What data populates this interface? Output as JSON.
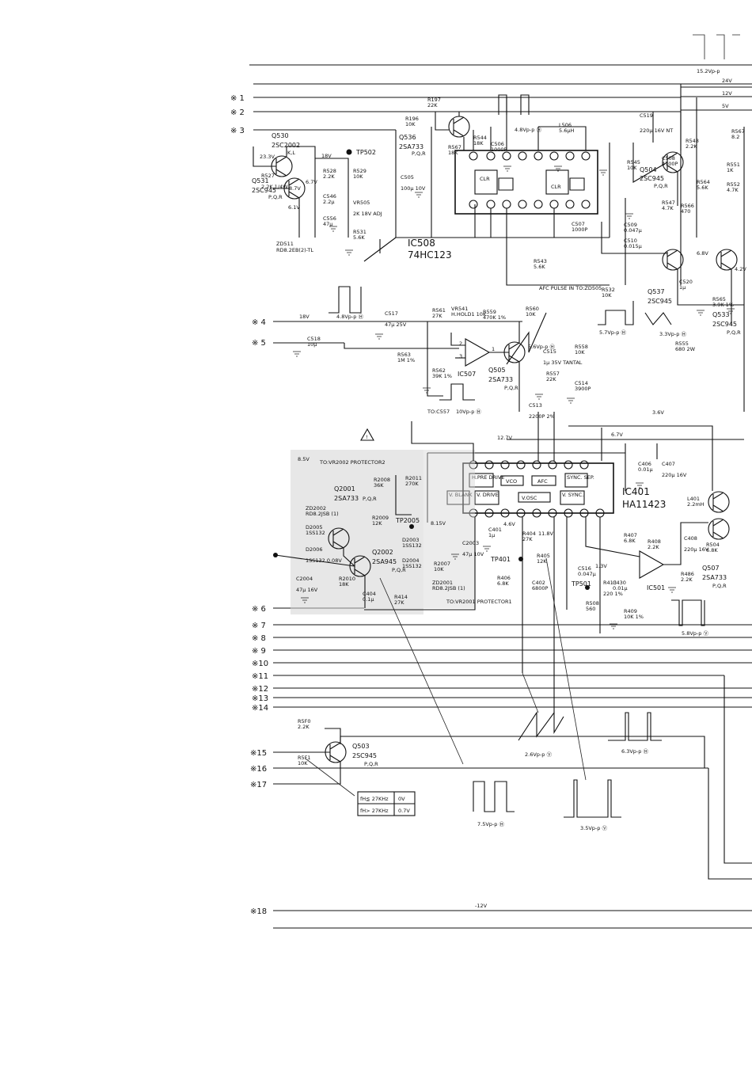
{
  "connectors": [
    "※ 1",
    "※ 2",
    "※ 3",
    "※ 4",
    "※ 5",
    "※ 6",
    "※ 7",
    "※ 8",
    "※ 9",
    "※10",
    "※11",
    "※12",
    "※13",
    "※14",
    "※15",
    "※16",
    "※17",
    "※18"
  ],
  "rails": {
    "v24": "24V",
    "v12": "12V",
    "v5": "5V",
    "vneg12": "-12V",
    "v18": "18V",
    "v67": "6.7V",
    "v36": "3.6V",
    "v127": "12.7V"
  },
  "top_note": "15.2Vp-p",
  "ics": {
    "ic508": {
      "ref": "IC508",
      "part": "74HC123"
    },
    "ic401": {
      "ref": "IC401",
      "part": "HA11423"
    },
    "ic507": {
      "ref": "IC507"
    },
    "ic501": {
      "ref": "IC501"
    }
  },
  "ic401_blocks": [
    "H.PRE DRIVE",
    "VCO",
    "AFC",
    "SYNC. SEP.",
    "V. BLANK",
    "V. DRIVE",
    "V.OSC",
    "V. SYNC."
  ],
  "transistors": [
    {
      "ref": "Q530",
      "part": "2SC2002",
      "suffix": "K,L"
    },
    {
      "ref": "Q531",
      "part": "2SC945",
      "suffix": "P,Q,R"
    },
    {
      "ref": "Q536",
      "part": "2SA733",
      "suffix": "P,Q,R"
    },
    {
      "ref": "Q504",
      "part": "2SC945",
      "suffix": "P,Q,R"
    },
    {
      "ref": "Q537",
      "part": "2SC945",
      "suffix": ""
    },
    {
      "ref": "Q533",
      "part": "2SC945",
      "suffix": "P,Q,R"
    },
    {
      "ref": "Q505",
      "part": "2SA733",
      "suffix": "P,Q,R"
    },
    {
      "ref": "Q2001",
      "part": "2SA733",
      "suffix": "P,Q,R"
    },
    {
      "ref": "Q2002",
      "part": "2SA945",
      "suffix": "P,Q,R"
    },
    {
      "ref": "Q507",
      "part": "2SA733",
      "suffix": "P,Q,R"
    },
    {
      "ref": "Q503",
      "part": "2SC945",
      "suffix": "P,Q,R"
    }
  ],
  "testpoints": [
    "TP502",
    "TP2005",
    "TP401",
    "TP501"
  ],
  "components": {
    "r197": [
      "R197",
      "22K"
    ],
    "r196": [
      "R196",
      "10K"
    ],
    "r544": [
      "R544",
      "18K"
    ],
    "r567a": [
      "R567",
      "18K"
    ],
    "c506": [
      "C506",
      "1000P"
    ],
    "l506": [
      "L506",
      "5.6μH"
    ],
    "c519": [
      "C519",
      "220μ 16V NT"
    ],
    "r548": [
      "R548",
      "2.2K"
    ],
    "r545": [
      "R545",
      "10K"
    ],
    "c508": [
      "C508",
      "4700P"
    ],
    "r567b": [
      "R567",
      "8.2"
    ],
    "r551": [
      "R551",
      "1K"
    ],
    "r552": [
      "R552",
      "4.7K"
    ],
    "r564": [
      "R564",
      "5.6K"
    ],
    "c505": [
      "C505",
      "100μ 10V"
    ],
    "r527": [
      "R527",
      "2.2K 1/4W"
    ],
    "r528": [
      "R528",
      "2.2K"
    ],
    "r529": [
      "R529",
      "10K"
    ],
    "c546": [
      "C546",
      "2.2μ"
    ],
    "vr505": [
      "VR505",
      "2K 18V ADJ"
    ],
    "c556": [
      "C556",
      "47μ"
    ],
    "r531": [
      "R531",
      "5.6K"
    ],
    "zd511": [
      "ZD511",
      "RD8.2EB(2)-TL"
    ],
    "c507": [
      "C507",
      "1000P"
    ],
    "r543": [
      "R543",
      "5.6K"
    ],
    "r547": [
      "R547",
      "4.7K"
    ],
    "r566": [
      "R566",
      "470"
    ],
    "c509": [
      "C509",
      "0.047μ"
    ],
    "c510": [
      "C510",
      "0.015μ"
    ],
    "c520": [
      "C520",
      "1μ"
    ],
    "r565": [
      "R565",
      "3.9K 1%"
    ],
    "r532": [
      "R532",
      "10K"
    ],
    "c517": [
      "C517",
      "47μ 25V"
    ],
    "r561": [
      "R561",
      "27K"
    ],
    "vr541": [
      "VR541",
      "H.HOLD1 10K"
    ],
    "r559": [
      "R559",
      "470K 1%"
    ],
    "r560": [
      "R560",
      "10K"
    ],
    "c518": [
      "C518",
      "10μ"
    ],
    "r563": [
      "R563",
      "1M 1%"
    ],
    "r562": [
      "R562",
      "39K 1%"
    ],
    "c515": [
      "C515",
      "1μ 35V TANTAL"
    ],
    "r558": [
      "R558",
      "10K"
    ],
    "r557": [
      "R557",
      "22K"
    ],
    "c514": [
      "C514",
      "3900P"
    ],
    "r555": [
      "R555",
      "680 2W"
    ],
    "c513": [
      "C513",
      "2200P 2%"
    ],
    "r2008": [
      "R2008",
      "36K"
    ],
    "r2011": [
      "R2011",
      "270K"
    ],
    "zd2002": [
      "ZD2002",
      "RD8.2JSB (1)"
    ],
    "d2005": [
      "D2005",
      "1SS132"
    ],
    "d2006": [
      "D2006",
      "1SS132 0.08V"
    ],
    "c2004": [
      "C2004",
      "47μ 16V"
    ],
    "r2010": [
      "R2010",
      "18K"
    ],
    "r2009": [
      "R2009",
      "12K"
    ],
    "d2003": [
      "D2003",
      "1SS132"
    ],
    "c2003": [
      "C2003",
      "47μ 10V"
    ],
    "d2004": [
      "D2004",
      "1SS132"
    ],
    "r2007": [
      "R2007",
      "10K"
    ],
    "zd2001": [
      "ZD2001",
      "RD8.2JSB (1)"
    ],
    "c404": [
      "C404",
      "0.1μ"
    ],
    "r414": [
      "R414",
      "27K"
    ],
    "c401": [
      "C401",
      "1μ"
    ],
    "r404": [
      "R404",
      "27K"
    ],
    "r405": [
      "R405",
      "12K"
    ],
    "r406": [
      "R406",
      "6.8K"
    ],
    "c402": [
      "C402",
      "6800P"
    ],
    "c516": [
      "C516",
      "0.047μ"
    ],
    "r413": [
      "R413",
      "220 1%"
    ],
    "c430": [
      "C430",
      "0.01μ"
    ],
    "r508": [
      "R508",
      "560"
    ],
    "r409": [
      "R409",
      "10K 1%"
    ],
    "r407": [
      "R407",
      "6.8K"
    ],
    "r408": [
      "R408",
      "2.2K"
    ],
    "c406": [
      "C406",
      "0.01μ"
    ],
    "c407": [
      "C407",
      "220μ 16V"
    ],
    "l401": [
      "L401",
      "2.2mH"
    ],
    "c408": [
      "C408",
      "220μ 16V"
    ],
    "r504": [
      "R504",
      "6.8K"
    ],
    "r486": [
      "R486",
      "2.2K"
    ],
    "r5f0": [
      "R5F0",
      "2.2K"
    ],
    "r5f1": [
      "R5F1",
      "10K"
    ]
  },
  "waveforms": {
    "w1": "4.8Vp-p Ⓗ",
    "w2": "4.8Vp-p Ⓗ",
    "w3": "5.7Vp-p Ⓗ",
    "w4": "3.3Vp-p Ⓗ",
    "w5": "5.6Vp-p Ⓗ",
    "w6": "10Vp-p Ⓗ",
    "w7": "5.8Vp-p Ⓥ",
    "w8": "2.6Vp-p Ⓥ",
    "w9": "6.3Vp-p Ⓗ",
    "w10": "7.5Vp-p Ⓗ",
    "w11": "3.5Vp-p Ⓥ"
  },
  "voltages": [
    "23.3V",
    "18V",
    "8.7V",
    "6.7V",
    "6.1V",
    "6.8V",
    "4.2V",
    "8.5V",
    "8.15V",
    "4.6V",
    "11.8V",
    "1.3V",
    "0.08V"
  ],
  "notes": {
    "afc": "AFC PULSE IN TO:ZD505",
    "tocs57": "TO:C557",
    "tovr2002": "TO:VR2002 PROTECTOR2",
    "tovr2001": "TO:VR2001 PROTECTOR1"
  },
  "table": {
    "rows": [
      [
        "fH≦ 27KHz",
        "0V"
      ],
      [
        "fH> 27KHz",
        "0.7V"
      ]
    ]
  }
}
